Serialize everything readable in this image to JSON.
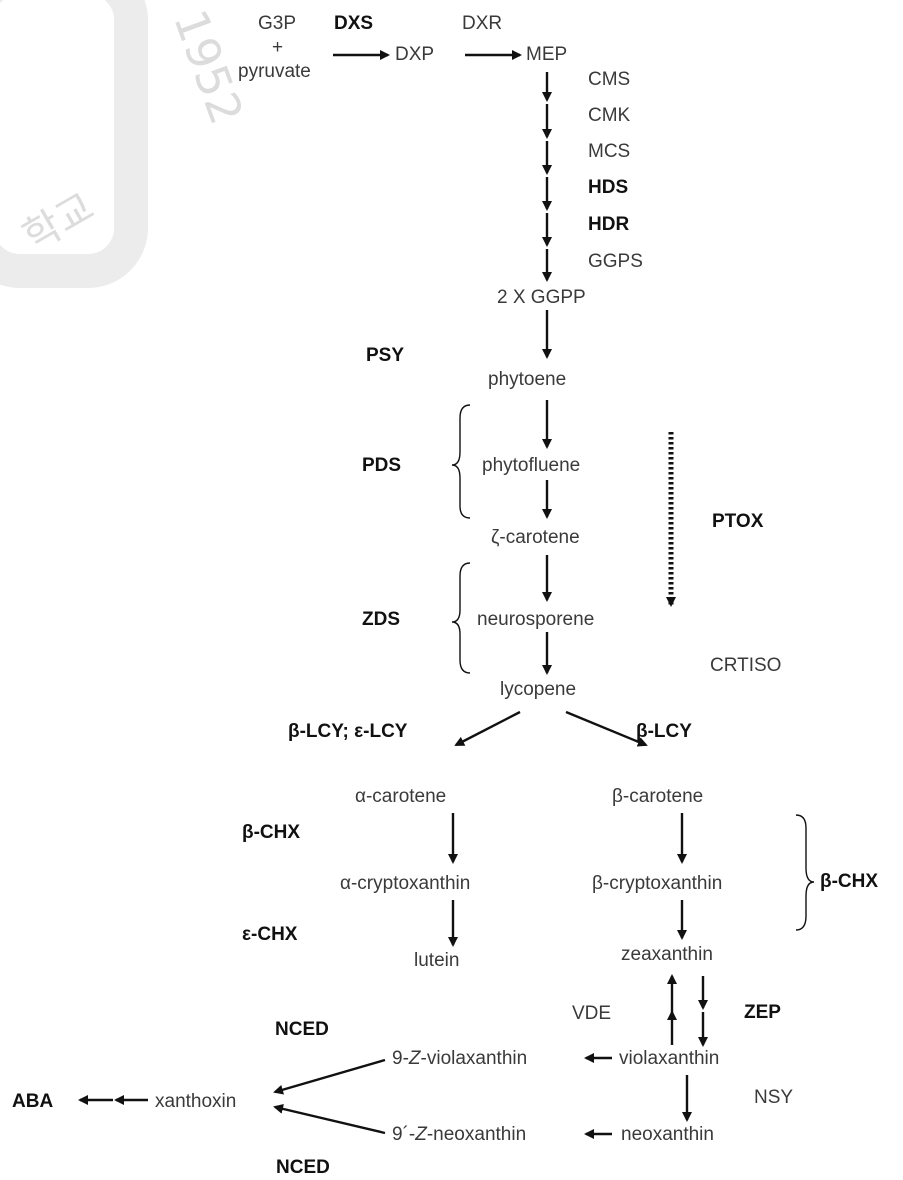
{
  "watermark": {
    "text": "1952",
    "text2": "학교"
  },
  "mep_pathway": {
    "g3p": "G3P",
    "plus": "+",
    "pyruvate": "pyruvate",
    "dxs": "DXS",
    "dxp": "DXP",
    "dxr": "DXR",
    "mep": "MEP",
    "cms": "CMS",
    "cmk": "CMK",
    "mcs": "MCS",
    "hds": "HDS",
    "hdr": "HDR",
    "ggps": "GGPS",
    "ggpp": "2 X GGPP"
  },
  "carotenoid_pathway": {
    "psy": "PSY",
    "phytoene": "phytoene",
    "pds": "PDS",
    "phytofluene": "phytofluene",
    "zeta_carotene": "ζ-carotene",
    "ptox": "PTOX",
    "zds": "ZDS",
    "neurosporene": "neurosporene",
    "crtiso": "CRTISO",
    "lycopene": "lycopene"
  },
  "branches": {
    "blcy_elcy": "β-LCY; ε-LCY",
    "blcy": "β-LCY",
    "alpha_carotene": "α-carotene",
    "beta_carotene": "β-carotene",
    "bchx_left": "β-CHX",
    "alpha_cryptoxanthin": "α-cryptoxanthin",
    "beta_cryptoxanthin": "β-cryptoxanthin",
    "bchx_right": "β-CHX",
    "echx": "ε-CHX",
    "lutein": "lutein",
    "zeaxanthin": "zeaxanthin"
  },
  "xanthophyll_cycle": {
    "vde": "VDE",
    "zep": "ZEP",
    "nced_top": "NCED",
    "violaxanthin_9z_prefix": "9-",
    "violaxanthin_9z_italic": "Z",
    "violaxanthin_9z_suffix": "-violaxanthin",
    "violaxanthin": "violaxanthin",
    "nsy": "NSY",
    "aba": "ABA",
    "xanthoxin": "xanthoxin",
    "neoxanthin_9z_prefix": "9´-",
    "neoxanthin_9z_italic": "Z",
    "neoxanthin_9z_suffix": "-neoxanthin",
    "neoxanthin": "neoxanthin",
    "nced_bottom": "NCED"
  }
}
